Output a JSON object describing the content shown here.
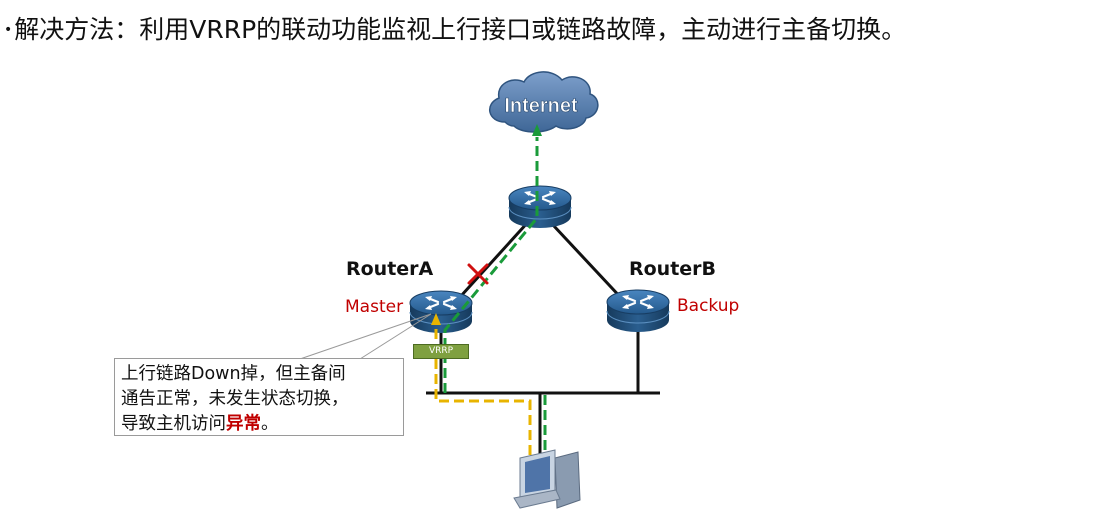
{
  "headline": {
    "bullet": "•",
    "text": "解决方法：利用VRRP的联动功能监视上行接口或链路故障，主动进行主备切换。"
  },
  "cloud": {
    "label": "Internet"
  },
  "routerA": {
    "name": "RouterA",
    "role": "Master"
  },
  "routerB": {
    "name": "RouterB",
    "role": "Backup"
  },
  "vrrp_tag": "VRRP",
  "callout": {
    "line1": "上行链路Down掉，但主备间",
    "line2": "通告正常，未发生状态切换，",
    "line3_prefix": "导致主机访问",
    "line3_highlight": "异常",
    "line3_suffix": "。"
  },
  "colors": {
    "router_body": "#1f4e79",
    "router_top": "#2e6aa0",
    "cloud": "#4f77a8",
    "green_path": "#1a9b3a",
    "yellow_path": "#e8b400",
    "fault_mark": "#d01010",
    "role_text": "#c00000"
  }
}
